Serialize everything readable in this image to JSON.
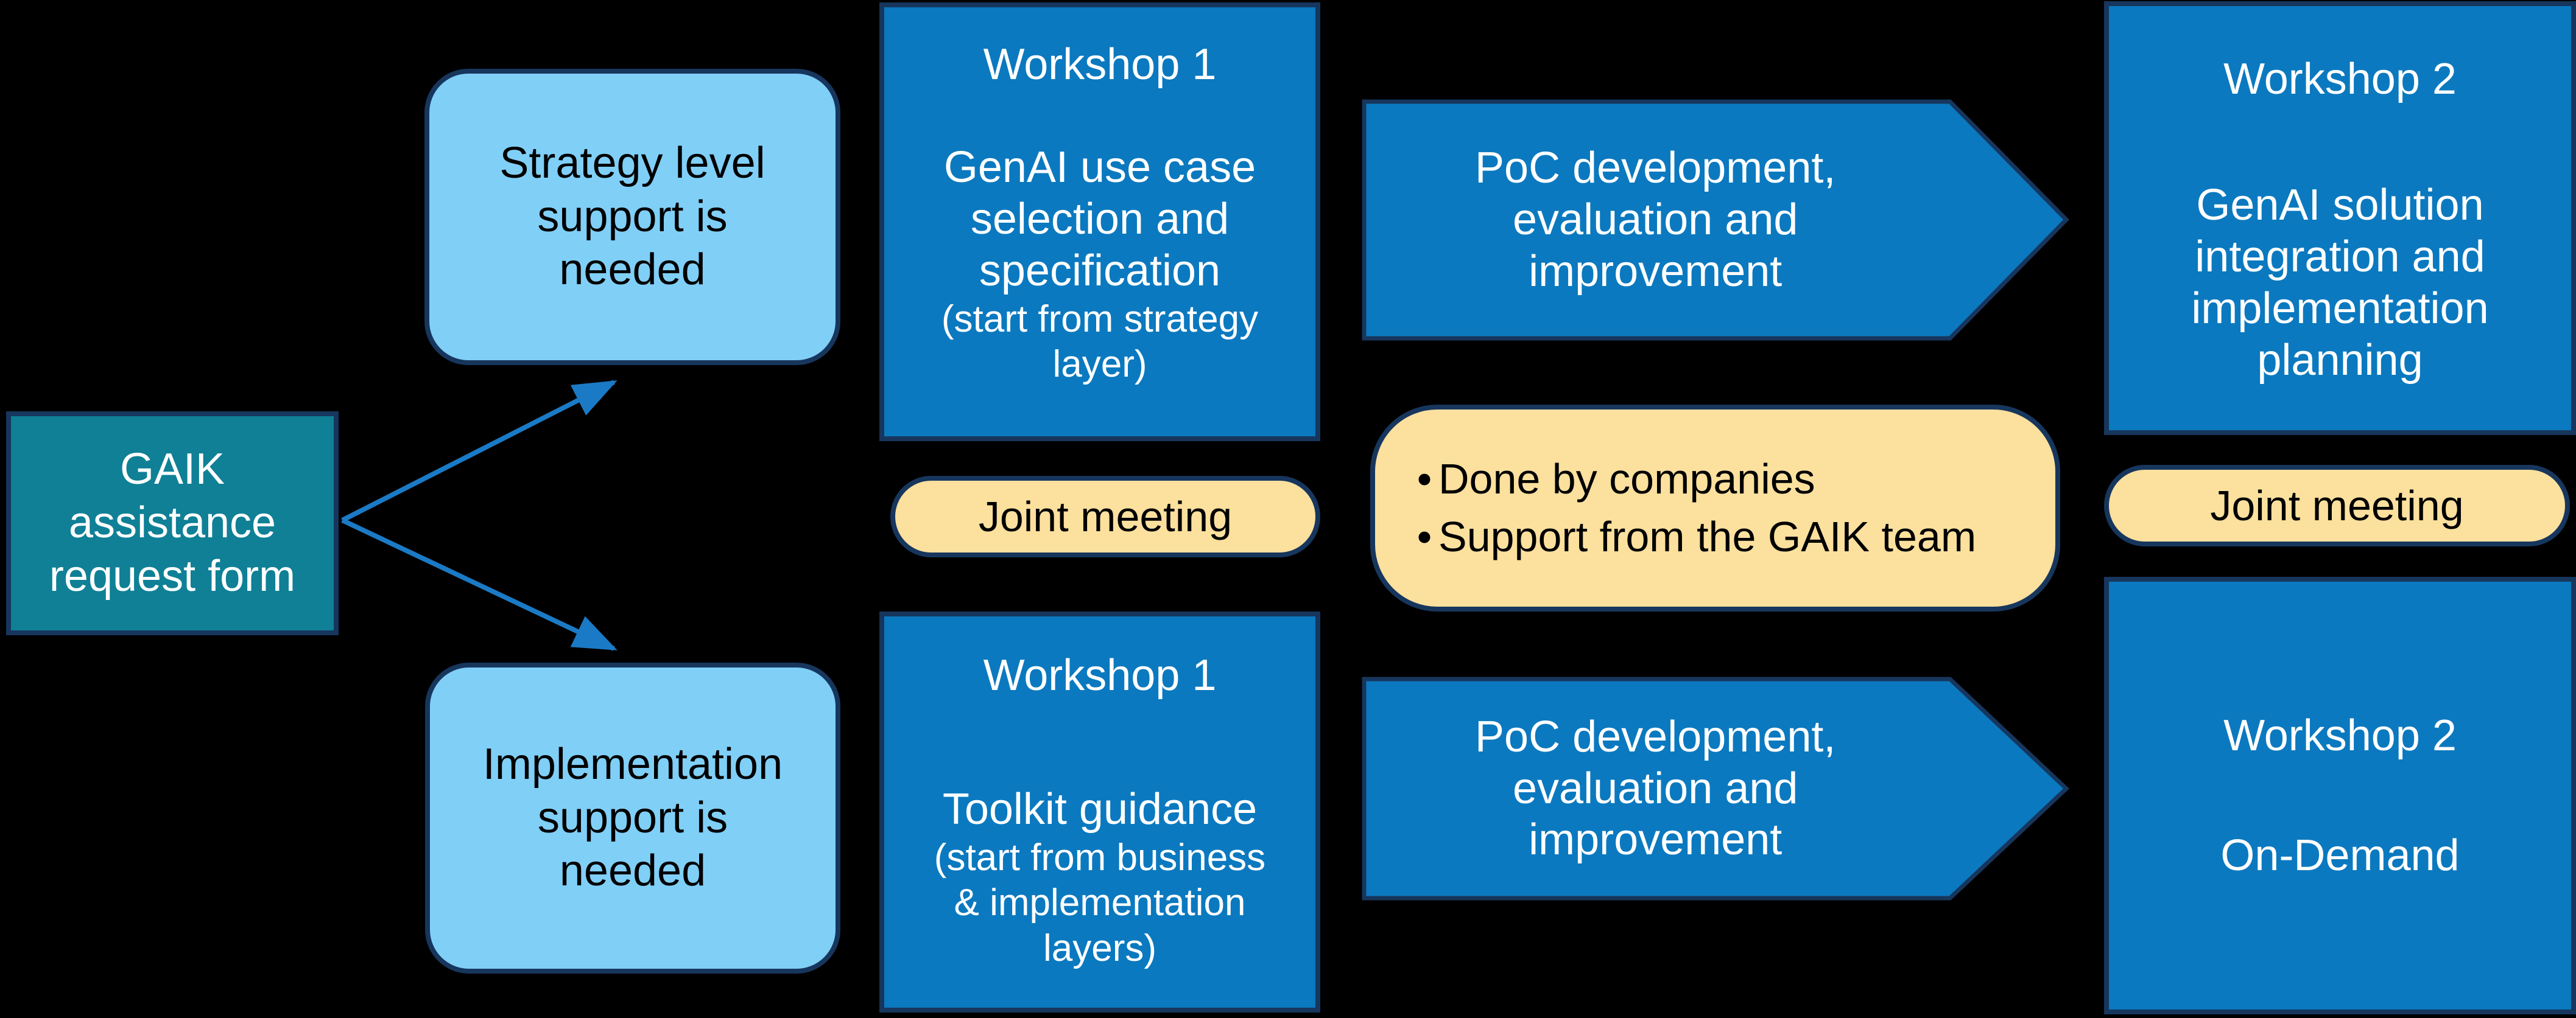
{
  "canvas": {
    "bg": "#000000"
  },
  "colors": {
    "bg": "#000000",
    "blue": "#0b79bf",
    "teal": "#0f8096",
    "light_blue": "#80cff7",
    "yellow": "#fbe09e",
    "border": "#17365d",
    "arrow": "#1b7ac5",
    "text_light": "#ffffff",
    "text_dark": "#000000"
  },
  "nodes": {
    "request_form": {
      "label": "GAIK assistance request form"
    },
    "strategy_branch": {
      "label": "Strategy level support is needed"
    },
    "implementation_branch": {
      "label": "Implementation support is needed"
    },
    "workshop1_strategy": {
      "title": "Workshop 1",
      "body": "GenAI use case selection and specification",
      "note": "(start from strategy layer)"
    },
    "joint_meeting_left": {
      "label": "Joint meeting"
    },
    "poc_strategy": {
      "label": "PoC development, evaluation and improvement"
    },
    "notes": {
      "bullets": [
        "Done by companies",
        "Support from the GAIK team"
      ]
    },
    "workshop2_strategy": {
      "title": "Workshop 2",
      "body": "GenAI solution integration and implementation planning"
    },
    "workshop1_implementation": {
      "title": "Workshop 1",
      "body": "Toolkit guidance",
      "note": "(start from business & implementation layers)"
    },
    "poc_implementation": {
      "label": "PoC development, evaluation and improvement"
    },
    "joint_meeting_right": {
      "label": "Joint meeting"
    },
    "workshop2_implementation": {
      "title": "Workshop 2",
      "body": "On-Demand"
    }
  }
}
